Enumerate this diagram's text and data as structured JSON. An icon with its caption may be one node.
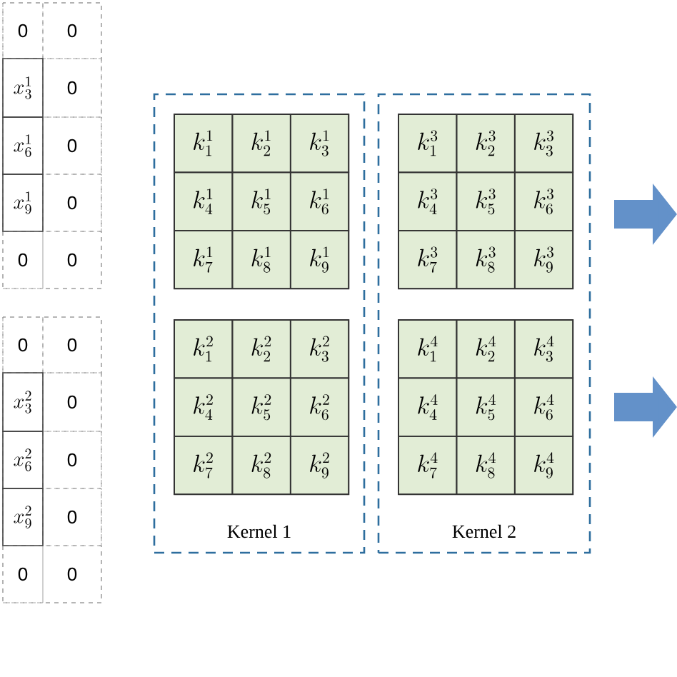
{
  "diagram": {
    "nodes": [
      {
        "text": [
          "0",
          "0",
          "x_3^1",
          "0",
          "x_6^1",
          "0",
          "x_9^1",
          "0",
          "0",
          "0"
        ]
      },
      {
        "text": [
          "0",
          "0",
          "x_3^2",
          "0",
          "x_6^2",
          "0",
          "x_9^2",
          "0",
          "0",
          "0"
        ]
      },
      {
        "text": [
          "Kernel 1"
        ]
      },
      {
        "text": [
          "k_1^1",
          "k_2^1",
          "k_3^1",
          "k_4^1",
          "k_5^1",
          "k_6^1",
          "k_7^1",
          "k_8^1",
          "k_9^1"
        ],
        "in": 2
      },
      {
        "text": [
          "k_1^2",
          "k_2^2",
          "k_3^2",
          "k_4^2",
          "k_5^2",
          "k_6^2",
          "k_7^2",
          "k_8^2",
          "k_9^2"
        ],
        "in": 2
      },
      {
        "text": [
          "Kernel 2"
        ]
      },
      {
        "text": [
          "k_1^3",
          "k_2^3",
          "k_3^3",
          "k_4^3",
          "k_5^3",
          "k_6^3",
          "k_7^3",
          "k_8^3",
          "k_9^3"
        ],
        "in": 5
      },
      {
        "text": [
          "k_1^4",
          "k_2^4",
          "k_3^4",
          "k_4^4",
          "k_5^4",
          "k_6^4",
          "k_7^4",
          "k_8^4",
          "k_9^4"
        ],
        "in": 5
      }
    ]
  }
}
